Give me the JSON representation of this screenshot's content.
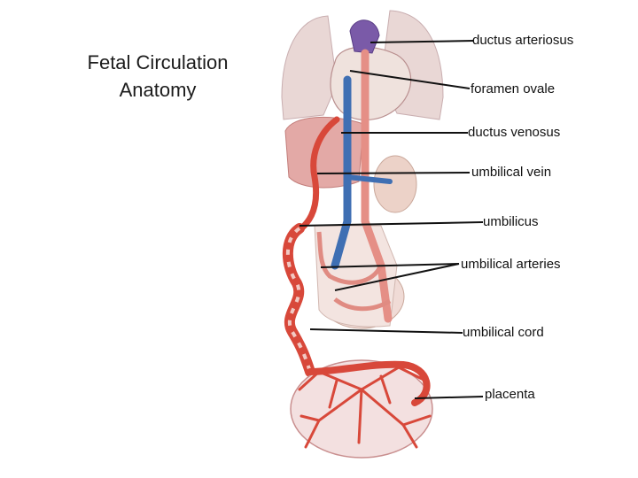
{
  "title": {
    "line1": "Fetal Circulation",
    "line2": "Anatomy"
  },
  "labels": [
    {
      "id": "ductus-arteriosus",
      "text": "ductus arteriosus"
    },
    {
      "id": "foramen-ovale",
      "text": "foramen ovale"
    },
    {
      "id": "ductus-venosus",
      "text": "ductus venosus"
    },
    {
      "id": "umbilical-vein",
      "text": "umbilical vein"
    },
    {
      "id": "umbilicus",
      "text": "umbilicus"
    },
    {
      "id": "umbilical-arteries",
      "text": "umbilical arteries"
    },
    {
      "id": "umbilical-cord",
      "text": "umbilical cord"
    },
    {
      "id": "placenta",
      "text": "placenta"
    }
  ],
  "colors": {
    "artery": "#d8483a",
    "vein": "#3f6fb3",
    "organ": "#ecd9d5",
    "liver": "#e3a0a0",
    "leader": "#111111"
  }
}
